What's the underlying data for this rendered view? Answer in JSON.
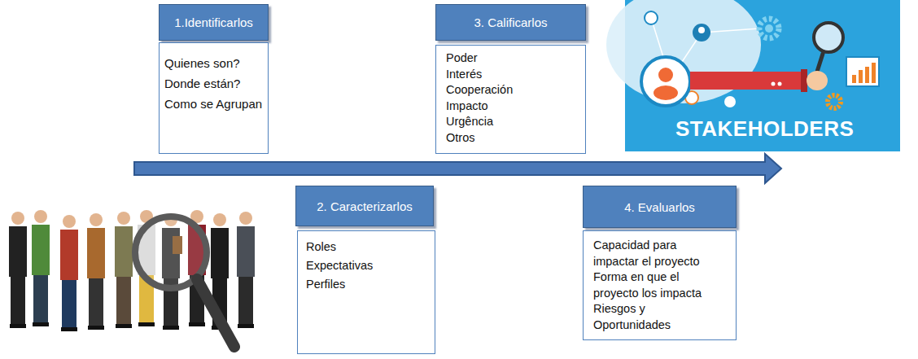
{
  "diagram": {
    "nodes": [
      {
        "text": [
          "1.Identificarlos"
        ]
      },
      {
        "text": [
          "Quienes son?",
          "Donde están?",
          "Como se Agrupan"
        ]
      },
      {
        "text": [
          "2. Caracterizarlos"
        ]
      },
      {
        "text": [
          "Roles",
          "Expectativas",
          "Perfiles"
        ]
      },
      {
        "text": [
          "3. Calificarlos"
        ]
      },
      {
        "text": [
          "Poder",
          "Interés",
          "Cooperación",
          "Impacto",
          "Urgência",
          "Otros"
        ]
      },
      {
        "text": [
          "4. Evaluarlos"
        ]
      },
      {
        "text": [
          "Capacidad para impactar el proyecto Forma en que el proyecto los impacta Riesgos y Oportunidades"
        ]
      }
    ],
    "labels": [
      "STAKEHOLDERS"
    ]
  }
}
